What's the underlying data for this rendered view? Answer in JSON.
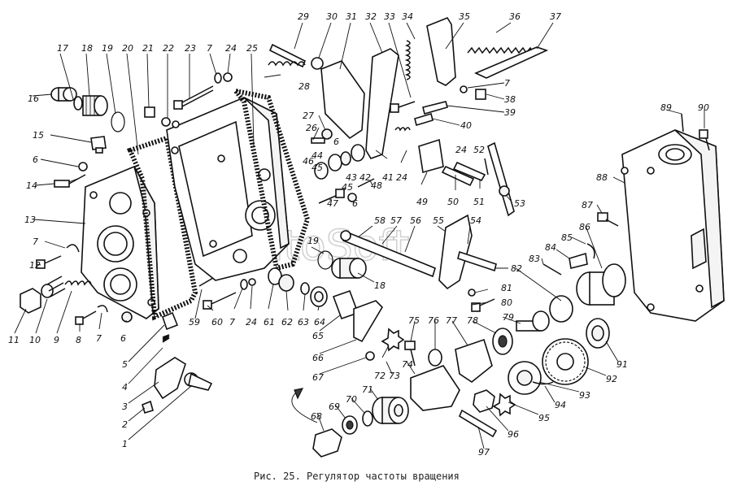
{
  "caption": "Рис. 25. Регулятор частоты вращения",
  "watermark": "AutoSoft",
  "part_labels": [
    "1",
    "2",
    "3",
    "4",
    "5",
    "6",
    "7",
    "8",
    "9",
    "10",
    "11",
    "12",
    "13",
    "14",
    "15",
    "16",
    "17",
    "18",
    "19",
    "20",
    "21",
    "22",
    "23",
    "24",
    "25",
    "26",
    "27",
    "28",
    "29",
    "30",
    "31",
    "32",
    "33",
    "34",
    "35",
    "36",
    "37",
    "38",
    "39",
    "40",
    "41",
    "42",
    "43",
    "44",
    "45",
    "46",
    "47",
    "48",
    "49",
    "50",
    "51",
    "52",
    "53",
    "54",
    "55",
    "56",
    "57",
    "58",
    "59",
    "60",
    "61",
    "62",
    "63",
    "64",
    "65",
    "66",
    "67",
    "68",
    "69",
    "70",
    "71",
    "72",
    "73",
    "74",
    "75",
    "76",
    "77",
    "78",
    "79",
    "80",
    "81",
    "82",
    "83",
    "84",
    "85",
    "86",
    "87",
    "88",
    "89",
    "90",
    "91",
    "92",
    "93",
    "94",
    "95",
    "96",
    "97"
  ],
  "extra_labels": {
    "l6a": "6",
    "l6b": "6",
    "l6c": "6",
    "l6d": "6",
    "l7a": "7",
    "l7b": "7",
    "l7c": "7",
    "l7d": "7",
    "l24a": "24",
    "l24b": "24",
    "l24c": "24",
    "l18b": "18"
  }
}
